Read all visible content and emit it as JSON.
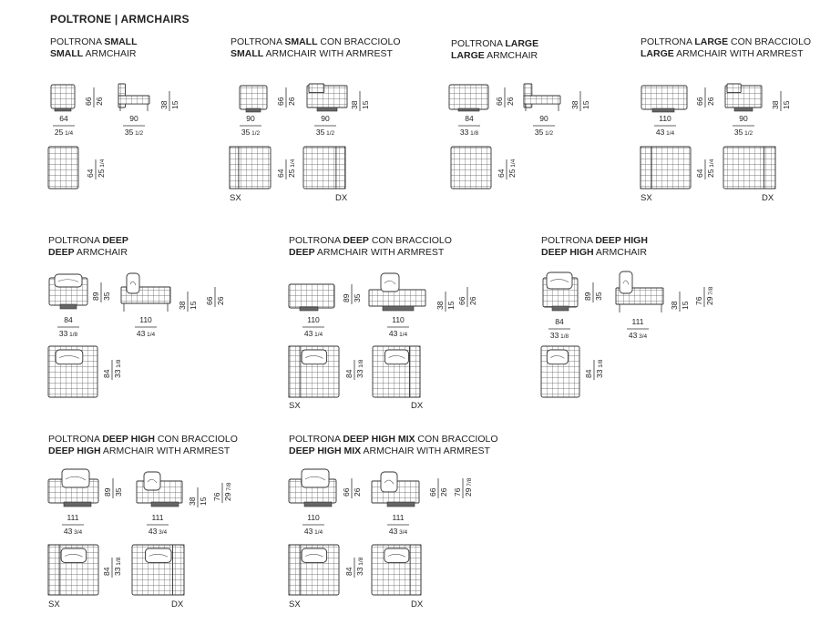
{
  "header": "POLTRONE | ARMCHAIRS",
  "colors": {
    "line": "#333333",
    "grid": "#555555",
    "base": "#666666"
  },
  "groups": [
    {
      "id": "small",
      "title_it_pre": "POLTRONA ",
      "title_it_bold": "SMALL",
      "title_it_post": "",
      "title_en_bold": "SMALL",
      "title_en_post": " ARMCHAIR"
    },
    {
      "id": "small-arm",
      "title_it_pre": "POLTRONA ",
      "title_it_bold": "SMALL",
      "title_it_post": " CON BRACCIOLO",
      "title_en_bold": "SMALL",
      "title_en_post": " ARMCHAIR WITH ARMREST"
    },
    {
      "id": "large",
      "title_it_pre": "POLTRONA ",
      "title_it_bold": "LARGE",
      "title_it_post": "",
      "title_en_bold": "LARGE",
      "title_en_post": " ARMCHAIR"
    },
    {
      "id": "large-arm",
      "title_it_pre": "POLTRONA ",
      "title_it_bold": "LARGE",
      "title_it_post": " CON BRACCIOLO",
      "title_en_bold": "LARGE",
      "title_en_post": " ARMCHAIR WITH ARMREST"
    },
    {
      "id": "deep",
      "title_it_pre": "POLTRONA ",
      "title_it_bold": "DEEP",
      "title_it_post": "",
      "title_en_bold": "DEEP",
      "title_en_post": " ARMCHAIR"
    },
    {
      "id": "deep-arm",
      "title_it_pre": "POLTRONA ",
      "title_it_bold": "DEEP",
      "title_it_post": " CON BRACCIOLO",
      "title_en_bold": "DEEP",
      "title_en_post": " ARMCHAIR WITH ARMREST"
    },
    {
      "id": "deep-high",
      "title_it_pre": "POLTRONA ",
      "title_it_bold": "DEEP HIGH",
      "title_it_post": "",
      "title_en_bold": "DEEP HIGH",
      "title_en_post": " ARMCHAIR"
    },
    {
      "id": "deep-high-arm",
      "title_it_pre": "POLTRONA ",
      "title_it_bold": "DEEP HIGH",
      "title_it_post": " CON BRACCIOLO",
      "title_en_bold": "DEEP HIGH",
      "title_en_post": " ARMCHAIR WITH ARMREST"
    },
    {
      "id": "deep-high-mix",
      "title_it_pre": "POLTRONA ",
      "title_it_bold": "DEEP HIGH MIX",
      "title_it_post": " CON BRACCIOLO",
      "title_en_bold": "DEEP HIGH MIX",
      "title_en_post": " ARMCHAIR WITH ARMREST"
    }
  ],
  "side_labels": {
    "left": "SX",
    "right": "DX"
  },
  "dims": {
    "small_w_cm": "64",
    "small_w_in": "25",
    "small_w_fr": "1/4",
    "small_d_cm": "90",
    "small_d_in": "35",
    "small_d_fr": "1/2",
    "small_h1": "66",
    "small_h2": "26",
    "small_seat1": "38",
    "small_seat2": "15",
    "small_plan_cm": "64",
    "small_plan_in": "25",
    "small_plan_fr": "1/4",
    "sarm_w_cm": "90",
    "sarm_w_in": "35",
    "sarm_w_fr": "1/2",
    "sarm_d_cm": "90",
    "sarm_d_in": "35",
    "sarm_d_fr": "1/2",
    "sarm_h1": "66",
    "sarm_h2": "26",
    "sarm_seat1": "38",
    "sarm_seat2": "15",
    "sarm_plan_cm": "64",
    "sarm_plan_in": "25",
    "sarm_plan_fr": "1/4",
    "large_w_cm": "84",
    "large_w_in": "33",
    "large_w_fr": "1/8",
    "large_d_cm": "90",
    "large_d_in": "35",
    "large_d_fr": "1/2",
    "large_h1": "66",
    "large_h2": "26",
    "large_seat1": "38",
    "large_seat2": "15",
    "large_plan_cm": "64",
    "large_plan_in": "25",
    "large_plan_fr": "1/4",
    "larm_w_cm": "110",
    "larm_w_in": "43",
    "larm_w_fr": "1/4",
    "larm_d_cm": "90",
    "larm_d_in": "35",
    "larm_d_fr": "1/2",
    "larm_h1": "66",
    "larm_h2": "26",
    "larm_seat1": "38",
    "larm_seat2": "15",
    "larm_plan_cm": "64",
    "larm_plan_in": "25",
    "larm_plan_fr": "1/4",
    "deep_w_cm": "84",
    "deep_w_in": "33",
    "deep_w_fr": "1/8",
    "deep_d_cm": "110",
    "deep_d_in": "43",
    "deep_d_fr": "1/4",
    "deep_h1": "89",
    "deep_h2": "35",
    "deep_seat1": "38",
    "deep_seat2": "15",
    "deep_back1": "66",
    "deep_back2": "26",
    "deep_plan_cm": "84",
    "deep_plan_in": "33",
    "deep_plan_fr": "1/8",
    "darm_w_cm": "110",
    "darm_w_in": "43",
    "darm_w_fr": "1/4",
    "darm_d_cm": "110",
    "darm_d_in": "43",
    "darm_d_fr": "1/4",
    "darm_h1": "89",
    "darm_h2": "35",
    "darm_seat1": "38",
    "darm_seat2": "15",
    "darm_back1": "66",
    "darm_back2": "26",
    "darm_plan_cm": "84",
    "darm_plan_in": "33",
    "darm_plan_fr": "1/8",
    "dh_w_cm": "84",
    "dh_w_in": "33",
    "dh_w_fr": "1/8",
    "dh_d_cm": "111",
    "dh_d_in": "43",
    "dh_d_fr": "3/4",
    "dh_h1": "89",
    "dh_h2": "35",
    "dh_seat1": "38",
    "dh_seat2": "15",
    "dh_back1": "76",
    "dh_back2": "29",
    "dh_back2_fr": "7/8",
    "dh_plan_cm": "84",
    "dh_plan_in": "33",
    "dh_plan_fr": "1/8",
    "dha_w_cm": "111",
    "dha_w_in": "43",
    "dha_w_fr": "3/4",
    "dha_d_cm": "111",
    "dha_d_in": "43",
    "dha_d_fr": "3/4",
    "dha_h1": "89",
    "dha_h2": "35",
    "dha_seat1": "38",
    "dha_seat2": "15",
    "dha_back1": "76",
    "dha_back2": "29",
    "dha_back2_fr": "7/8",
    "dha_plan_cm": "84",
    "dha_plan_in": "33",
    "dha_plan_fr": "1/8",
    "dhm_w_cm": "110",
    "dhm_w_in": "43",
    "dhm_w_fr": "1/4",
    "dhm_d_cm": "111",
    "dhm_d_in": "43",
    "dhm_d_fr": "3/4",
    "dhm_h1": "66",
    "dhm_h2": "26",
    "dhm_back1": "76",
    "dhm_back2": "29",
    "dhm_back2_fr": "7/8",
    "dhm_plan_cm": "84",
    "dhm_plan_in": "33",
    "dhm_plan_fr": "1/8"
  }
}
